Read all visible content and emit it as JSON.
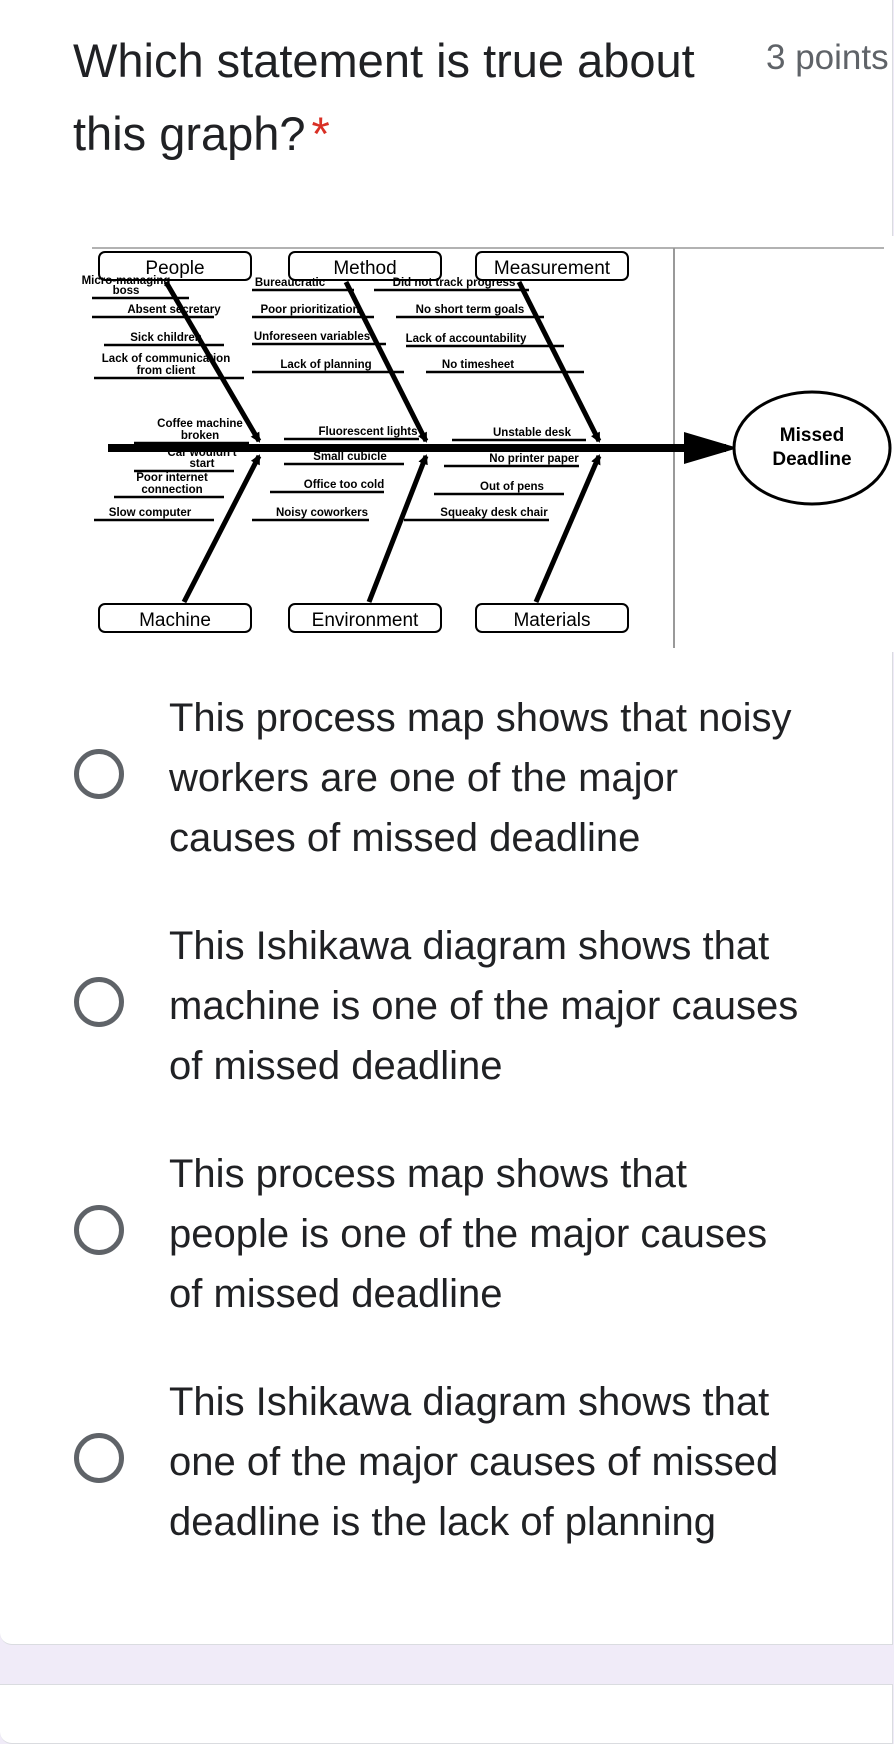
{
  "question": {
    "title": "Which statement is true about this graph?",
    "required_marker": "*",
    "points": "3 points"
  },
  "diagram": {
    "effect": [
      "Missed",
      "Deadline"
    ],
    "categories": {
      "people": "People",
      "method": "Method",
      "measurement": "Measurement",
      "machine": "Machine",
      "environment": "Environment",
      "materials": "Materials"
    },
    "causes": {
      "people": [
        [
          "Micro-managing",
          "boss"
        ],
        [
          "Absent secretary"
        ],
        [
          "Sick children"
        ],
        [
          "Lack of communication",
          "from client"
        ]
      ],
      "method": [
        "Bureaucratic",
        "Poor prioritization",
        "Unforeseen variables",
        "Lack of planning"
      ],
      "measurement": [
        "Did not track progress",
        "No short term goals",
        "Lack of accountability",
        "No timesheet"
      ],
      "machine": [
        [
          "Coffee machine",
          "broken"
        ],
        [
          "Car wouldn't",
          "start"
        ],
        [
          "Poor internet",
          "connection"
        ],
        [
          "Slow computer"
        ]
      ],
      "environment": [
        "Fluorescent lights",
        "Small cubicle",
        "Office too cold",
        "Noisy coworkers"
      ],
      "materials": [
        "Unstable desk",
        "No printer paper",
        "Out of pens",
        "Squeaky desk chair"
      ]
    }
  },
  "options": [
    {
      "label": "This process map shows that noisy workers are one of the major causes of missed deadline",
      "lines": [
        "This process map shows that noisy",
        "workers are one of the major",
        "causes of missed deadline"
      ]
    },
    {
      "label": "This Ishikawa diagram shows that machine is one of the major causes of missed deadline",
      "lines": [
        "This Ishikawa diagram shows that",
        "machine is one of the major causes",
        "of missed deadline"
      ]
    },
    {
      "label": "This process map shows that people is one of the major causes of missed deadline",
      "lines": [
        "This process map shows that",
        "people is one of the major causes",
        "of missed deadline"
      ]
    },
    {
      "label": "This Ishikawa diagram shows that one of the major causes of missed deadline is the lack of planning",
      "lines": [
        "This Ishikawa diagram shows that",
        "one of the major causes of missed",
        "deadline is the lack of planning"
      ]
    }
  ]
}
